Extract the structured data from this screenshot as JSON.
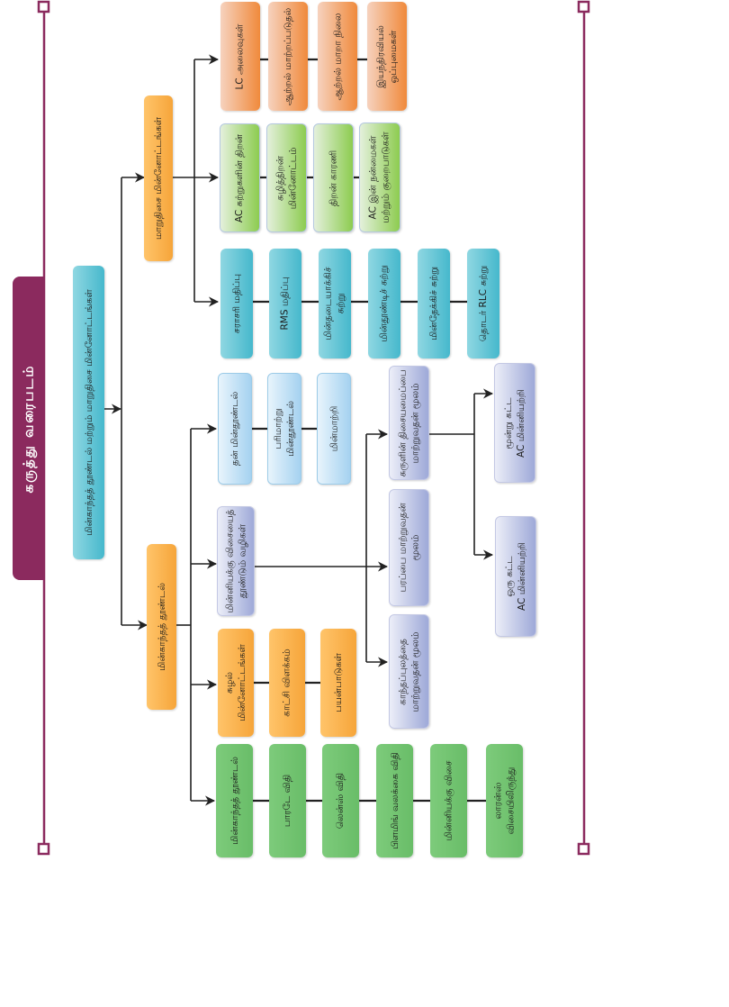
{
  "title": "கருத்து வரைபடம்",
  "root": "மின்காந்தத் தூண்டல் மற்றும் மாறுதிசை மின்னோட்டங்கள்",
  "colors": {
    "frame": "#8b2a5e",
    "title_bar": "#8b2a5e",
    "orange": "#f6a53a",
    "orange_dark": "#f08a3c",
    "green": "#69bd68",
    "light_green": "#8dcc50",
    "teal": "#46b8cc",
    "light_blue": "#a5d2f0",
    "lavender": "#9ea9d8",
    "connector": "#222222"
  },
  "branches": {
    "ac": {
      "label": "மாறுதிசை மின்னோட்டங்கள்",
      "rows": {
        "lc": [
          "LC அலைவுகள்",
          "ஆற்றல் மாற்றப்படுதல்",
          "ஆற்றல் மாறா நிலை",
          "இயந்திரவியல்\nஒப்புமைகள்"
        ],
        "power": [
          "AC சுற்றுகளின் திறன்",
          "சுழித்திறன்\nமின்னோட்டம்",
          "திறன் காரணி",
          "AC இன் நன்மைகள்\nமற்றும் குறைபாடுகள்"
        ],
        "circuits": [
          "சராசரி மதிப்பு",
          "RMS மதிப்பு",
          "மின்தடையாக்கிச்\nசுற்று",
          "மின்தூண்டிச் சுற்று",
          "மின்தேக்கிச் சுற்று",
          "தொடர் RLC சுற்று"
        ]
      }
    },
    "em": {
      "label": "மின்காந்தத் தூண்டல்",
      "rows": {
        "inductance": [
          "தன் மின்தூண்டல்",
          "பரிமாற்று\nமின்தூண்டல்",
          "மின்மாற்றி"
        ],
        "emf_methods_root": "மின்னியக்கு விசையைத்\nதூண்டும் வழிகள்",
        "emf_methods": [
          "காந்தப்புலத்தை\nமாற்றுவதன் மூலம்",
          "பரப்பை மாற்றுவதன்\nமூலம்",
          "சுருளின் திசையமைப்பை\nமாற்றுவதன் மூலம்"
        ],
        "generators": [
          "ஒரு கட்ட\nAC மின்னியற்றி",
          "மூன்று கட்ட\nAC மின்னியற்றி"
        ],
        "eddy": [
          "சுழல்\nமின்னோட்டங்கள்",
          "காட்சி விளக்கம்",
          "பயன்பாடுகள்"
        ],
        "laws": [
          "மின்காந்தத் தூண்டல்",
          "பாரடே விதி",
          "லென்ஸ் விதி",
          "பிளமிங் வலக்கை விதி",
          "மின்னியக்கு விசை",
          "லாரன்ஸ்\nவிசையிலிருந்து"
        ]
      }
    }
  }
}
